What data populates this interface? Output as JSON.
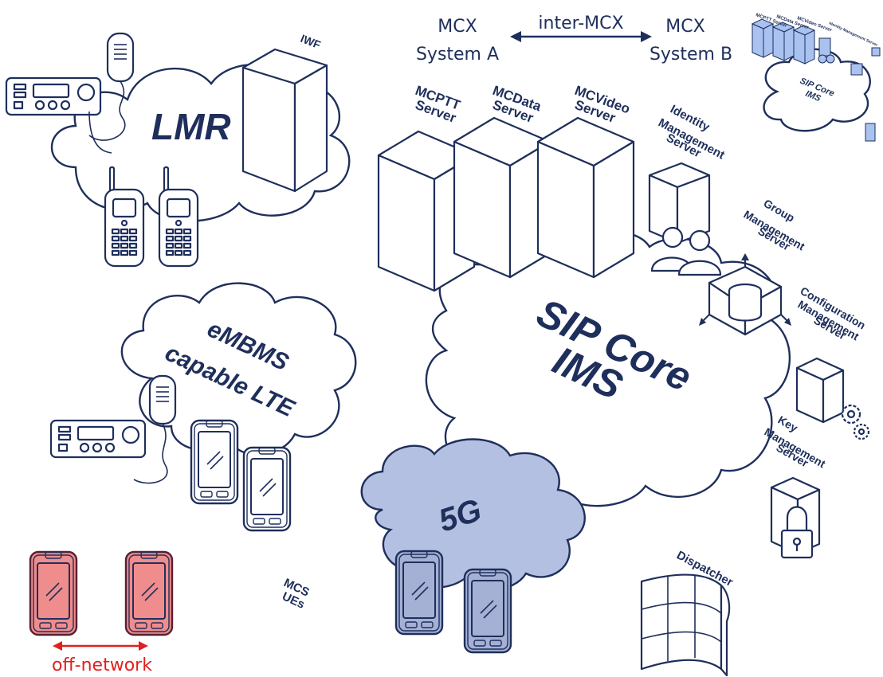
{
  "systems": {
    "a_line1": "MCX",
    "a_line2": "System A",
    "link": "inter-MCX",
    "b_line1": "MCX",
    "b_line2": "System B"
  },
  "clouds": {
    "lmr": "LMR",
    "sip_line1": "SIP Core",
    "sip_line2": "IMS",
    "embms_line1": "eMBMS",
    "embms_line2": "capable LTE",
    "fiveg": "5G"
  },
  "labels": {
    "iwf": "IWF",
    "mcptt_1": "MCPTT",
    "mcptt_2": "Server",
    "mcdata_1": "MCData",
    "mcdata_2": "Server",
    "mcvideo_1": "MCVideo",
    "mcvideo_2": "Server",
    "idm_1": "Identity",
    "idm_2": "Management",
    "idm_3": "Server",
    "grp_1": "Group",
    "grp_2": "Management",
    "grp_3": "Server",
    "cfg_1": "Configuration",
    "cfg_2": "Management",
    "cfg_3": "Server",
    "key_1": "Key",
    "key_2": "Management",
    "key_3": "Server",
    "dispatcher": "Dispatcher",
    "mcs_1": "MCS",
    "mcs_2": "UEs",
    "off_network": "off-network"
  },
  "thumbnail": {
    "s1": "MCPTT Server",
    "s2": "MCData Server",
    "s3": "MCVideo Server",
    "s4": "Identity Management Server",
    "cloud_1": "SIP Core",
    "cloud_2": "IMS"
  },
  "colors": {
    "ink": "#1f2f5c",
    "fiveg_fill": "#b4c0e2",
    "offnet_fill": "#ef8c8c",
    "offnet_text": "#e02020",
    "thumb_blue": "#a9c2f0"
  }
}
